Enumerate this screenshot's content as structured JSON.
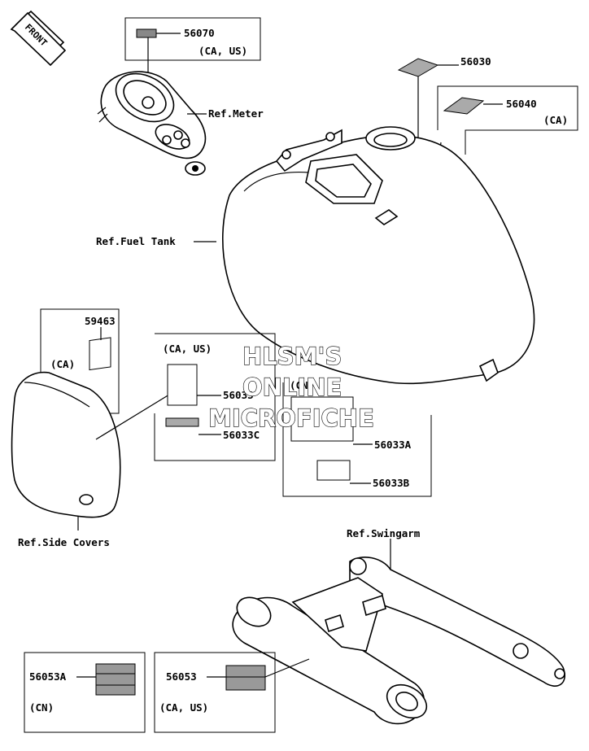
{
  "diagram": {
    "front_label": "FRONT",
    "watermark": [
      "HLSM'S",
      "ONLINE",
      "MICROFICHE"
    ],
    "parts": {
      "p56070": "56070",
      "p56070_region": "(CA, US)",
      "p56030": "56030",
      "p56040": "56040",
      "p56040_region": "(CA)",
      "p59463": "59463",
      "p59463_region": "(CA)",
      "p56033": "56033",
      "p56033C": "56033C",
      "p56033_region": "(CA, US)",
      "p56033A": "56033A",
      "p56033B": "56033B",
      "p56033A_region": "(CN)",
      "p56053A": "56053A",
      "p56053A_region": "(CN)",
      "p56053": "56053",
      "p56053_region": "(CA, US)"
    },
    "references": {
      "meter": "Ref.Meter",
      "fuel_tank": "Ref.Fuel Tank",
      "side_covers": "Ref.Side Covers",
      "swingarm": "Ref.Swingarm"
    }
  }
}
